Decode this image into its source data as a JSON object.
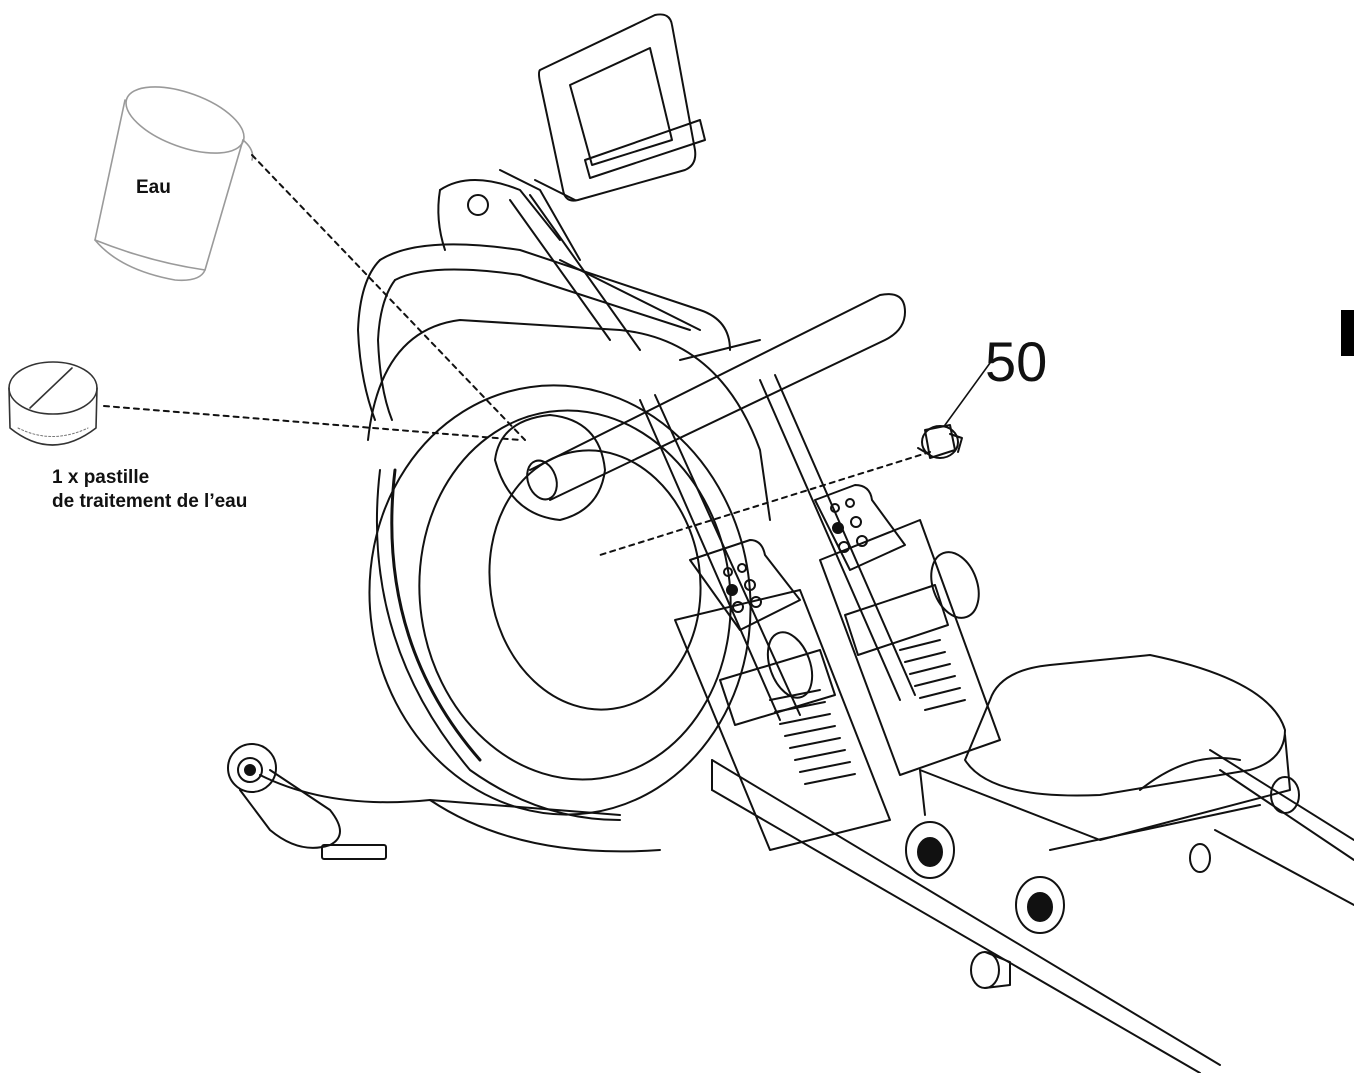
{
  "labels": {
    "water": "Eau",
    "tablet_line1": "1 x pastille",
    "tablet_line2": "de traitement de l’eau",
    "part_number": "50"
  },
  "colors": {
    "ink": "#111111",
    "light_ink": "#9a9a9a",
    "background": "#ffffff"
  }
}
